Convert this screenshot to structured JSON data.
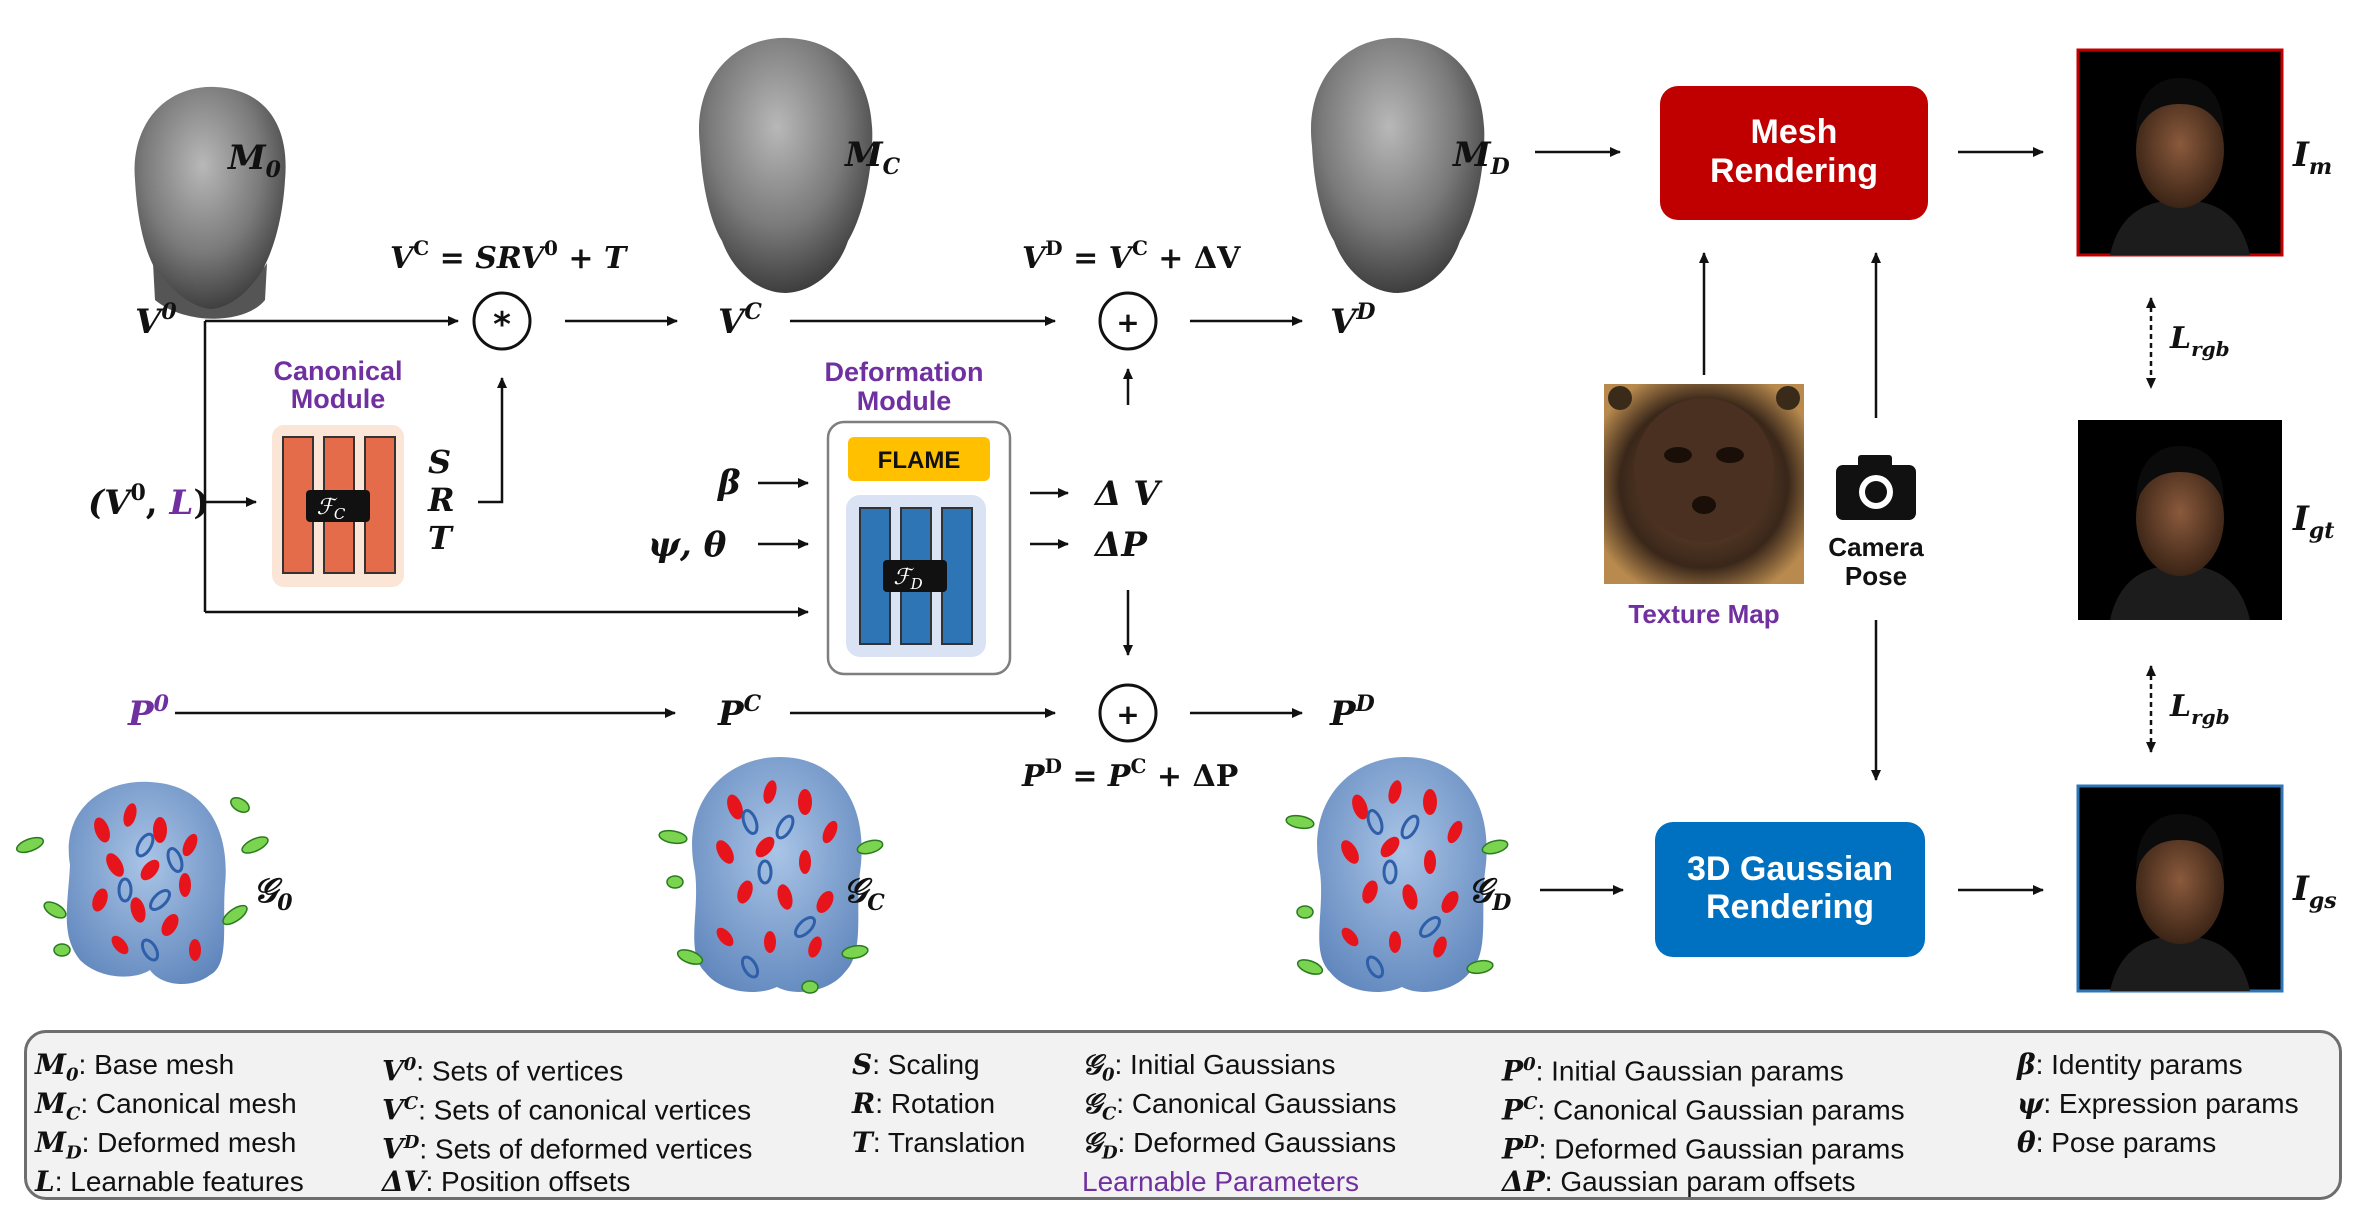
{
  "nodes": {
    "M0": {
      "base": "M",
      "sub": "0"
    },
    "MC": {
      "base": "M",
      "sub": "C"
    },
    "MD": {
      "base": "M",
      "sub": "D"
    },
    "V0": {
      "base": "V",
      "sup": "0"
    },
    "VC": {
      "base": "V",
      "sup": "C"
    },
    "VD": {
      "base": "V",
      "sup": "D"
    },
    "P0": {
      "base": "P",
      "sup": "0"
    },
    "PC": {
      "base": "P",
      "sup": "C"
    },
    "PD": {
      "base": "P",
      "sup": "D"
    },
    "G0": {
      "base": "𝒢",
      "sub": "0"
    },
    "GC": {
      "base": "𝒢",
      "sub": "C"
    },
    "GD": {
      "base": "𝒢",
      "sub": "D"
    },
    "V0L": {
      "a": "(V",
      "sup": "0",
      "b": ", ",
      "L": "L",
      "c": ")"
    },
    "S": "S",
    "R": "R",
    "T": "T",
    "beta": "β",
    "psi_theta": "ψ, θ",
    "dV": "Δ V",
    "dP": "ΔP",
    "Im": {
      "base": "I",
      "sub": "m"
    },
    "Igt": {
      "base": "I",
      "sub": "gt"
    },
    "Igs": {
      "base": "I",
      "sub": "gs"
    },
    "Lrgb_top": {
      "base": "L",
      "sub": "rgb"
    },
    "Lrgb_bottom": {
      "base": "L",
      "sub": "rgb"
    }
  },
  "equations": {
    "canonical": {
      "a": "V",
      "a_sup": "C",
      "b": " = SRV",
      "b_sup": "0",
      "c": " + T"
    },
    "deform_v": {
      "a": "V",
      "a_sup": "D",
      "b": " = V",
      "b_sup": "C",
      "c": " + ΔV"
    },
    "deform_p": {
      "a": "P",
      "a_sup": "D",
      "b": " = P",
      "b_sup": "C",
      "c": " + ΔP"
    }
  },
  "operators": {
    "multiply": "*",
    "plus_top": "+",
    "plus_bottom": "+"
  },
  "modules": {
    "canonical": {
      "title_line1": "Canonical",
      "title_line2": "Module",
      "net_label": "ℱ",
      "net_sub": "C"
    },
    "deformation": {
      "title_line1": "Deformation",
      "title_line2": "Module",
      "flame": "FLAME",
      "net_label": "ℱ",
      "net_sub": "D"
    }
  },
  "renderers": {
    "mesh": {
      "line1": "Mesh",
      "line2": "Rendering",
      "color": "#c00000"
    },
    "gaussian": {
      "line1": "3D Gaussian",
      "line2": "Rendering",
      "color": "#0070c0"
    }
  },
  "texture_map_label": "Texture Map",
  "camera": {
    "line1": "Camera",
    "line2": "Pose",
    "icon": "camera-icon"
  },
  "colors": {
    "purple": "#7030a0",
    "net_orange": "#e46c4a",
    "net_blue": "#2e75b6",
    "flame": "#ffc000"
  },
  "legend": {
    "columns": [
      [
        {
          "sym": "M",
          "sub": "0",
          "text": ": Base mesh"
        },
        {
          "sym": "M",
          "sub": "C",
          "text": ": Canonical mesh"
        },
        {
          "sym": "M",
          "sub": "D",
          "text": ": Deformed mesh"
        },
        {
          "sym": "L",
          "text": ": Learnable features"
        }
      ],
      [
        {
          "sym": "V",
          "sup": "0",
          "text": ": Sets of vertices"
        },
        {
          "sym": "V",
          "sup": "C",
          "text": ": Sets of canonical vertices"
        },
        {
          "sym": "V",
          "sup": "D",
          "text": ": Sets of deformed vertices"
        },
        {
          "sym": "ΔV",
          "text": ": Position offsets"
        }
      ],
      [
        {
          "sym": "S",
          "text": ": Scaling"
        },
        {
          "sym": "R",
          "text": ": Rotation"
        },
        {
          "sym": "T",
          "text": ": Translation"
        }
      ],
      [
        {
          "sym": "𝒢",
          "sub": "0",
          "text": ": Initial Gaussians"
        },
        {
          "sym": "𝒢",
          "sub": "C",
          "text": ": Canonical Gaussians"
        },
        {
          "sym": "𝒢",
          "sub": "D",
          "text": ": Deformed Gaussians"
        },
        {
          "text": "Learnable Parameters",
          "purple": true
        }
      ],
      [
        {
          "sym": "P",
          "sup": "0",
          "text": ": Initial Gaussian params"
        },
        {
          "sym": "P",
          "sup": "C",
          "text": ": Canonical Gaussian params"
        },
        {
          "sym": "P",
          "sup": "D",
          "text": ": Deformed Gaussian params"
        },
        {
          "sym": "ΔP",
          "text": ": Gaussian param offsets"
        }
      ],
      [
        {
          "sym": "β",
          "text": ": Identity params"
        },
        {
          "sym": "ψ",
          "text": ": Expression params"
        },
        {
          "sym": "θ",
          "text": ": Pose params"
        }
      ]
    ]
  }
}
